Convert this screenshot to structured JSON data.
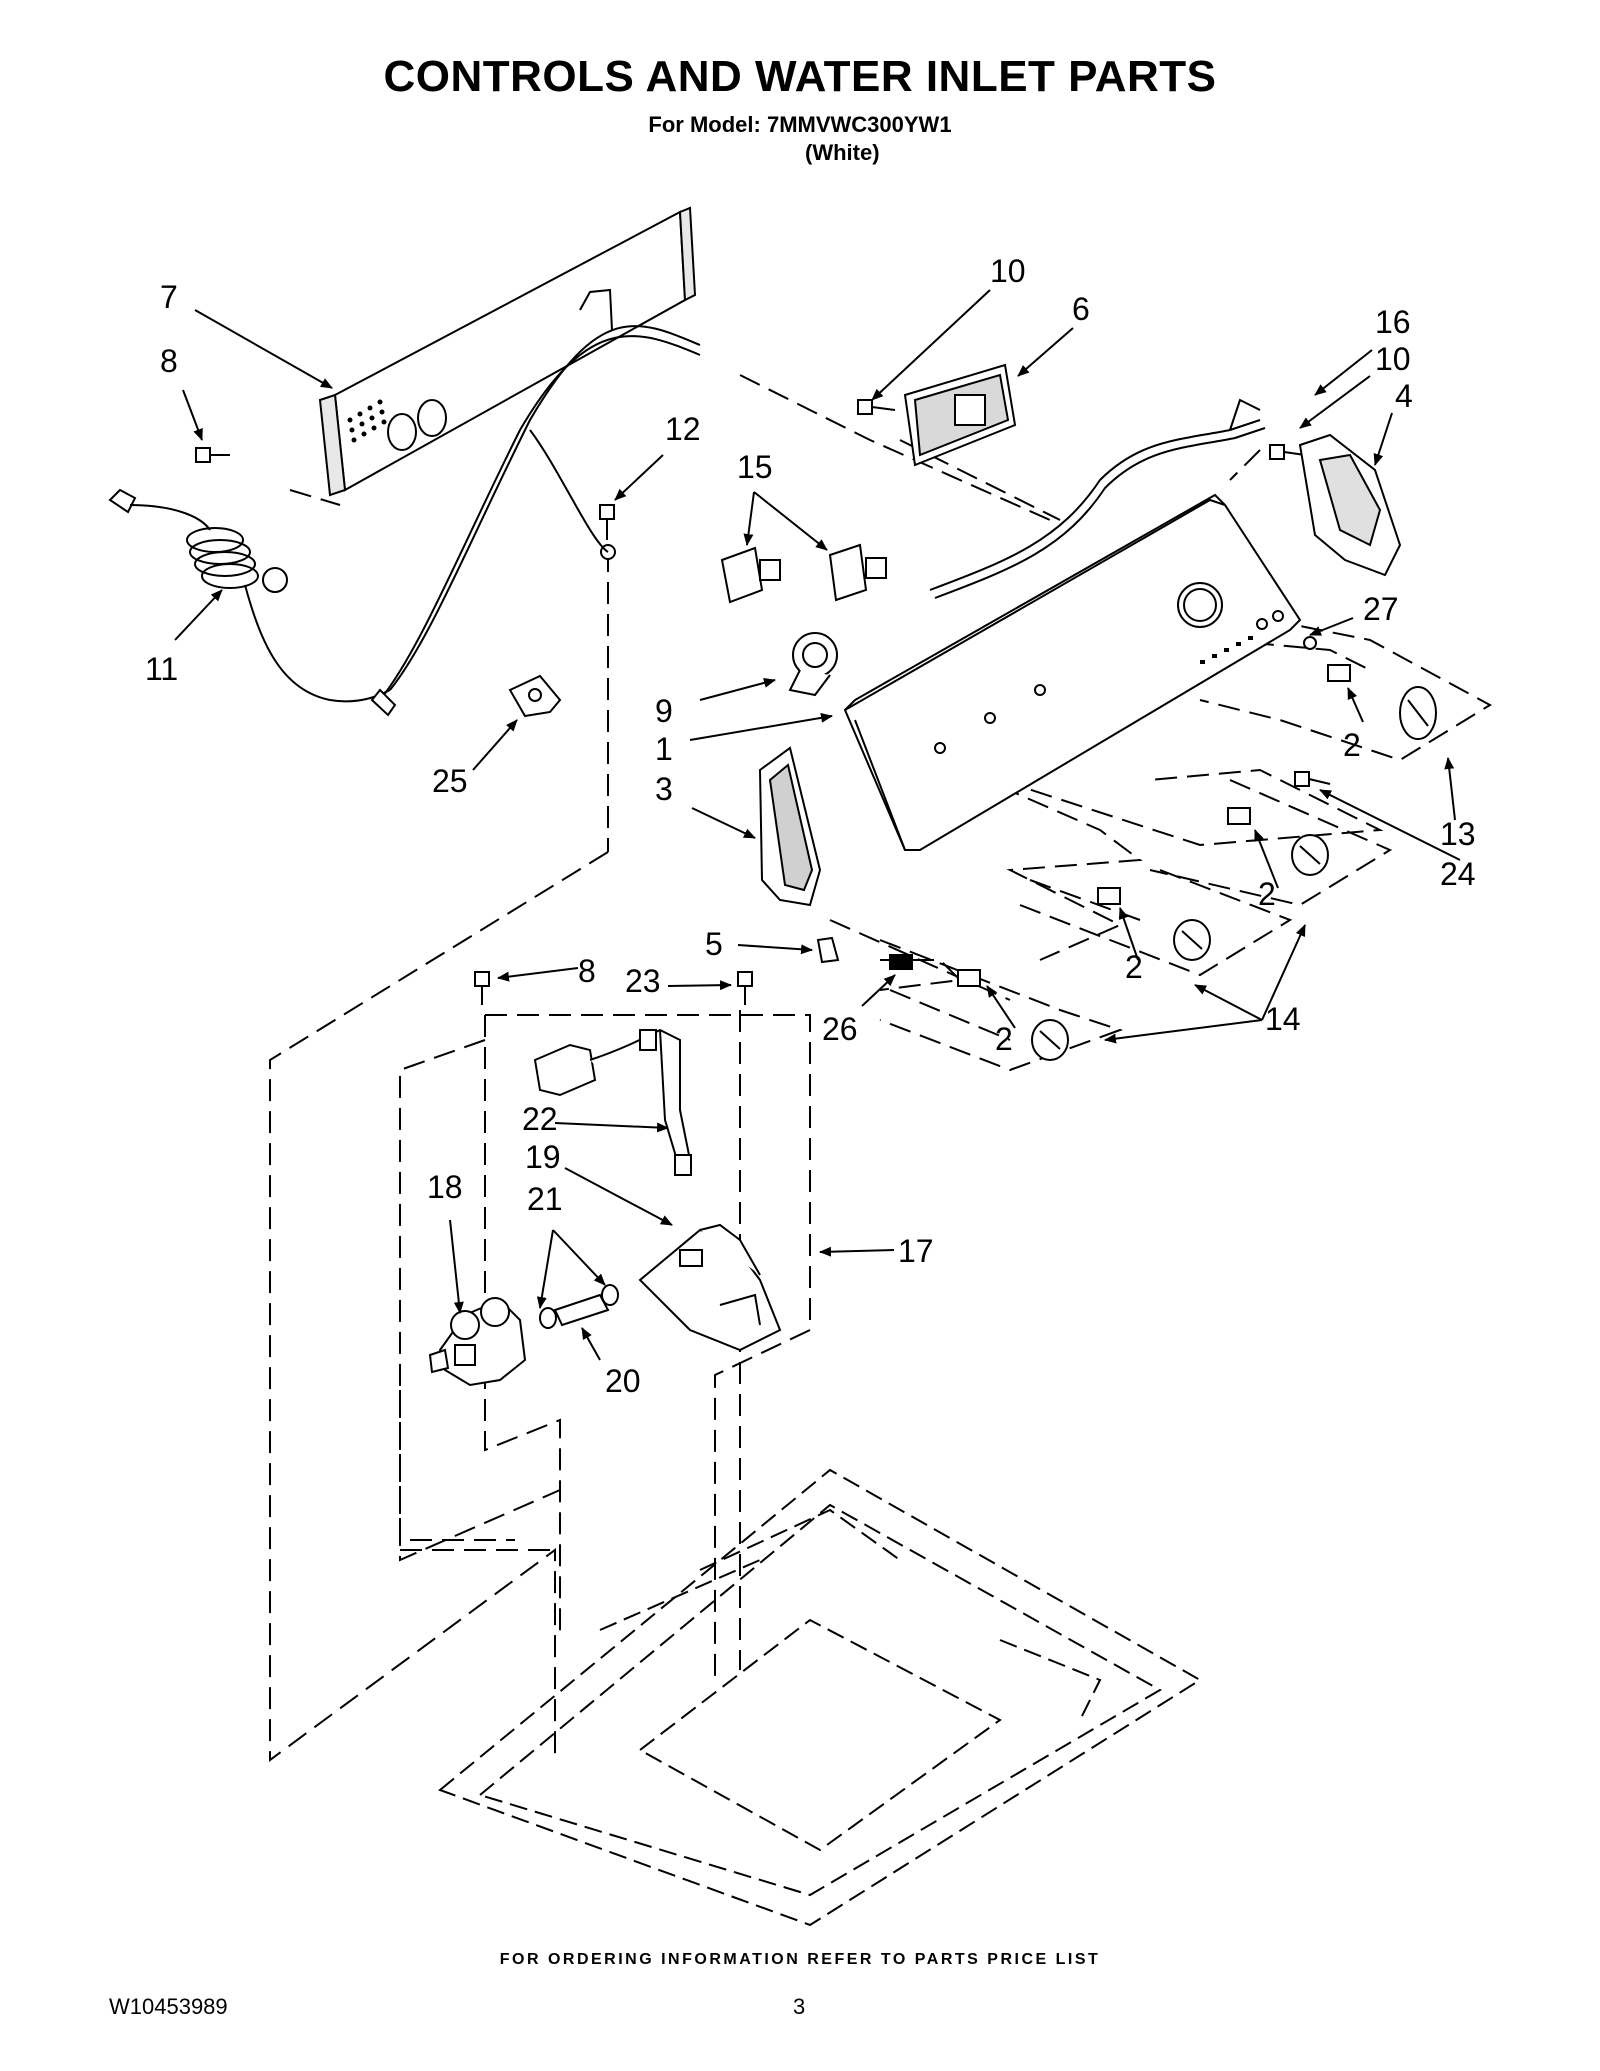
{
  "header": {
    "title": "CONTROLS AND WATER INLET PARTS",
    "model_line": "For Model: 7MMVWC300YW1",
    "color_line": "(White)"
  },
  "diagram": {
    "callouts": [
      "1",
      "2",
      "3",
      "4",
      "5",
      "6",
      "7",
      "8",
      "9",
      "10",
      "11",
      "12",
      "13",
      "14",
      "15",
      "16",
      "17",
      "18",
      "19",
      "20",
      "21",
      "22",
      "23",
      "24",
      "25",
      "26",
      "27"
    ],
    "labels": {
      "c7": "7",
      "c8a": "8",
      "c11": "11",
      "c12": "12",
      "c25": "25",
      "c10a": "10",
      "c6": "6",
      "c16": "16",
      "c10b": "10",
      "c4": "4",
      "c15": "15",
      "c27": "27",
      "c9": "9",
      "c1": "1",
      "c3": "3",
      "c2a": "2",
      "c13": "13",
      "c24": "24",
      "c2b": "2",
      "c2c": "2",
      "c5": "5",
      "c8b": "8",
      "c23": "23",
      "c26": "26",
      "c2d": "2",
      "c14": "14",
      "c22": "22",
      "c19": "19",
      "c18": "18",
      "c21": "21",
      "c17": "17",
      "c20": "20"
    }
  },
  "footer": {
    "note": "FOR ORDERING INFORMATION REFER TO PARTS PRICE LIST",
    "doc_number": "W10453989",
    "page": "3"
  }
}
